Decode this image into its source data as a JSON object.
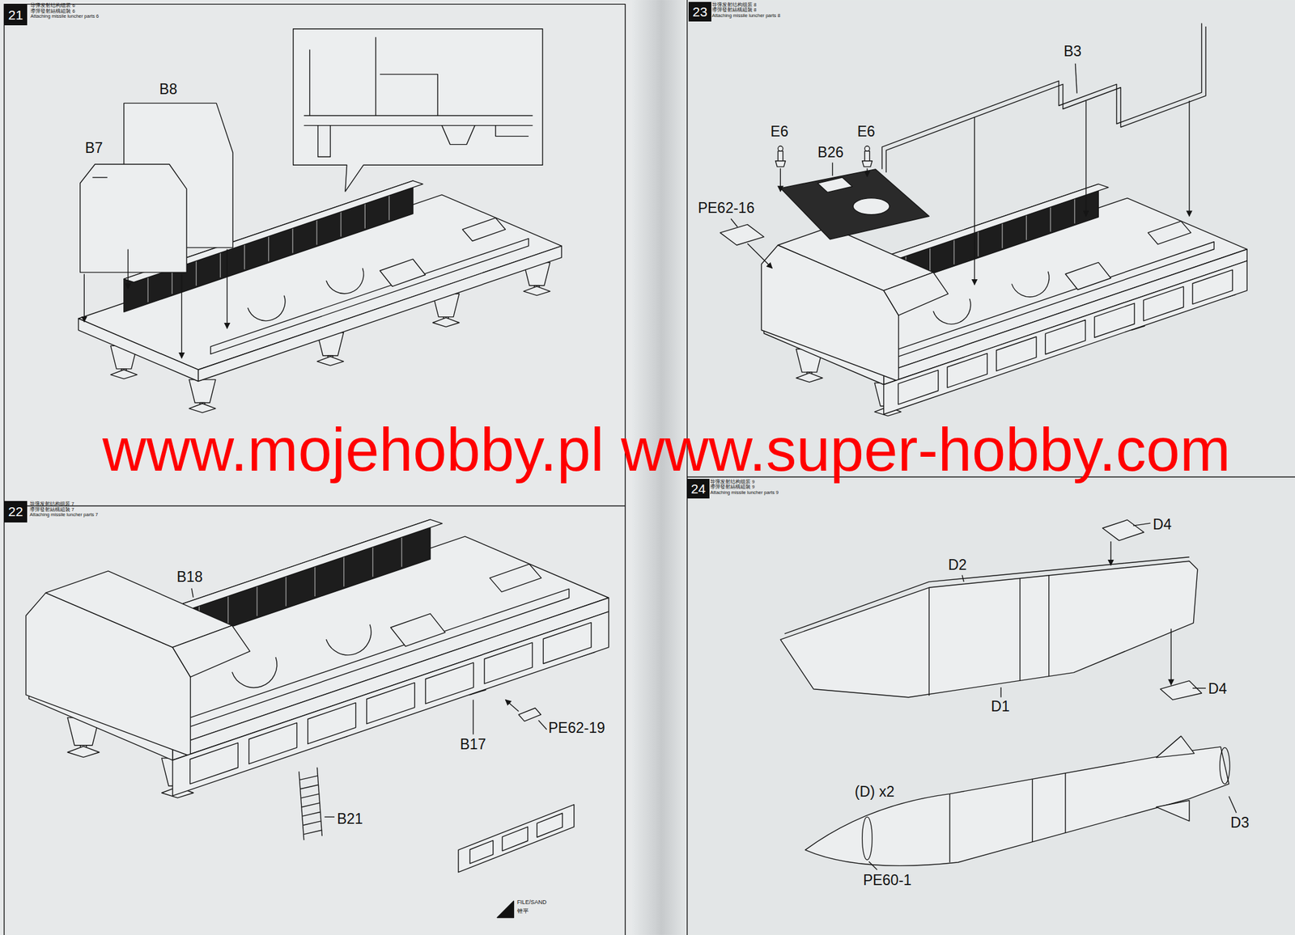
{
  "diagram": {
    "nodes": [
      {
        "text": [
          "21"
        ]
      },
      {
        "text": [
          "22"
        ]
      },
      {
        "text": [
          "23"
        ]
      },
      {
        "text": [
          "24"
        ]
      }
    ],
    "labels": [
      "导弹发射结构组装 6",
      "導彈發射結構組裝 6",
      "Attaching missile luncher parts 6",
      "B8",
      "B7",
      "导弹发射结构组装 7",
      "導彈發射結構組裝 7",
      "Attaching missile luncher parts 7",
      "B18",
      "PE62-19",
      "B17",
      "B21",
      "FILE/SAND",
      "锉平",
      "导弹发射结构组装 8",
      "導彈發射結構組裝 8",
      "Attaching missile luncher parts 8",
      "B3",
      "E6",
      "E6",
      "B26",
      "PE62-16",
      "导弹发射结构组装 9",
      "導彈發射結構組裝 9",
      "Attaching missile luncher parts 9",
      "D4",
      "D2",
      "D4",
      "D1",
      "(D) x2",
      "D3",
      "PE60-1",
      "www.mojehobby.pl www.super-hobby.com"
    ]
  }
}
